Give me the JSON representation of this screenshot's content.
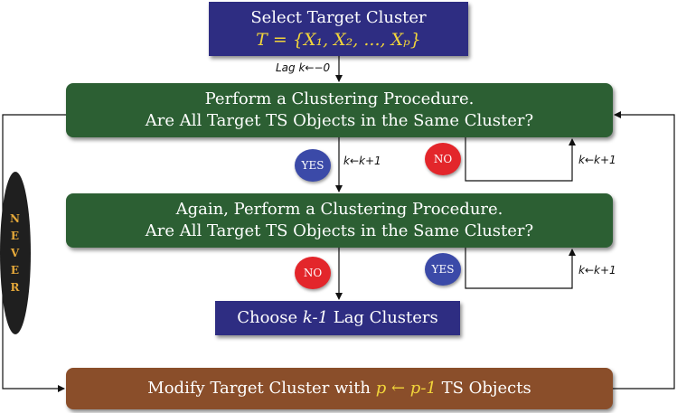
{
  "boxes": {
    "select_title": "Select Target Cluster",
    "select_formula_prefix": "T = {",
    "select_formula_items": "X₁, X₂, ..., Xₚ",
    "select_formula_suffix": "}",
    "step1_line1": "Perform a Clustering Procedure.",
    "step1_line2": "Are All Target TS Objects in the Same Cluster?",
    "step2_line1": "Again, Perform a Clustering Procedure.",
    "step2_line2": "Are All Target TS Objects in the Same Cluster?",
    "choose_prefix": "Choose ",
    "choose_var": "k-1",
    "choose_suffix": " Lag Clusters",
    "modify_prefix": "Modify Target Cluster with ",
    "modify_var": "p ← p-1",
    "modify_suffix": " TS Objects"
  },
  "labels": {
    "lag_init": "Lag k←−0",
    "increment_a": "k←k+1",
    "increment_b": "k←k+1",
    "increment_c": "k←k+1"
  },
  "badges": {
    "yes_1": "YES",
    "no_1": "NO",
    "no_2": "NO",
    "yes_2": "YES"
  },
  "never_letters": [
    "N",
    "E",
    "V",
    "E",
    "R"
  ],
  "colors": {
    "navy": "#2e2d82",
    "green": "#2c5f33",
    "brown": "#8a4e2a",
    "yes": "#3b4aa8",
    "no": "#e3262b",
    "accent_text": "#f2d53a"
  }
}
